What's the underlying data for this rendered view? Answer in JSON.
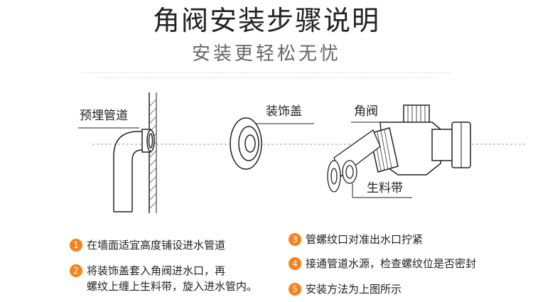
{
  "header": {
    "title": "角阀安装步骤说明",
    "subtitle": "安装更轻松无忧"
  },
  "diagram": {
    "labels": {
      "pipe": "预埋管道",
      "cover": "装饰盖",
      "valve": "角阀",
      "tape": "生料带"
    }
  },
  "steps": [
    {
      "num": "1",
      "lines": [
        "在墙面适宜高度铺设进水管道"
      ]
    },
    {
      "num": "2",
      "lines": [
        "将装饰盖套入角阀进水口，再",
        "螺纹上缠上生料带，旋入进水管内。"
      ]
    },
    {
      "num": "3",
      "lines": [
        "管螺纹口对准出水口拧紧"
      ]
    },
    {
      "num": "4",
      "lines": [
        "接通管道水源，检查螺纹位是否密封"
      ]
    },
    {
      "num": "5",
      "lines": [
        "安装方法为上图所示"
      ]
    }
  ],
  "colors": {
    "accent": "#f5821f",
    "line": "#222222",
    "subtitle": "#666666"
  }
}
